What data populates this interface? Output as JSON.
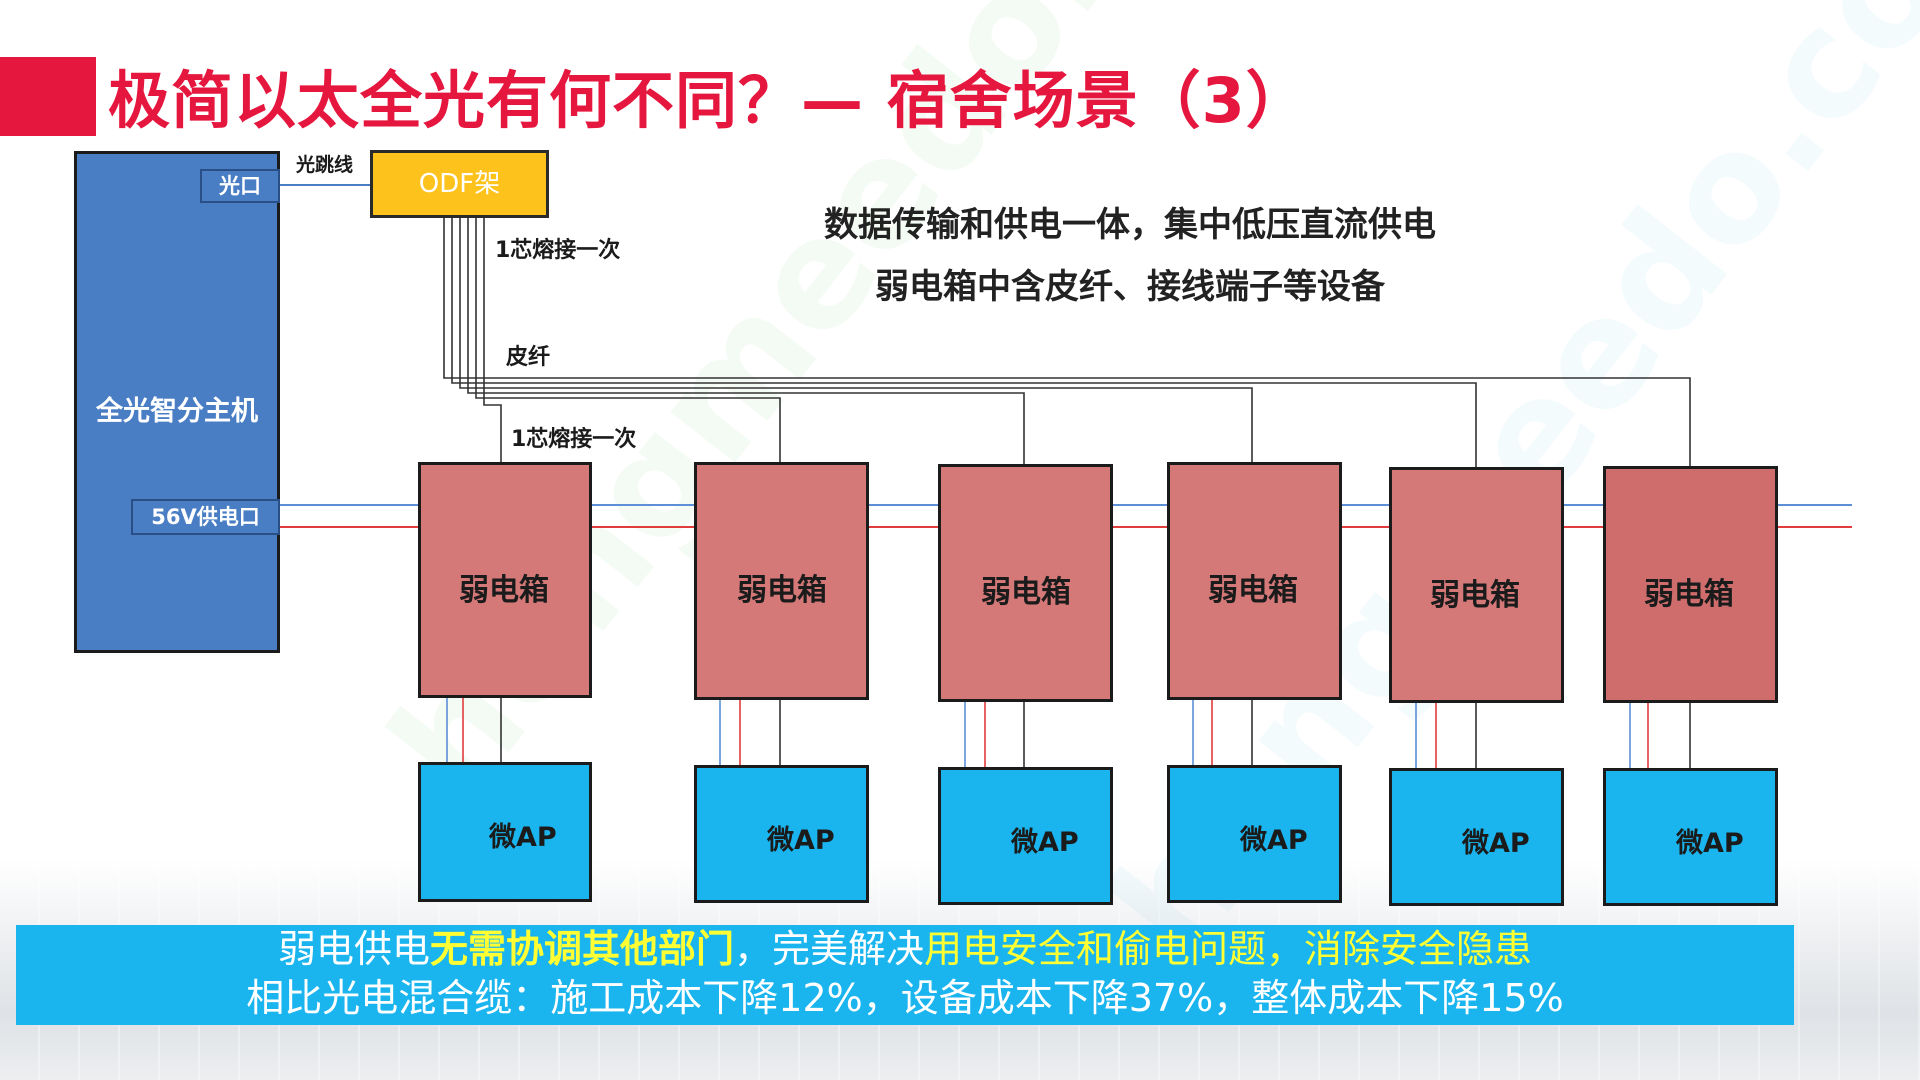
{
  "title": "极简以太全光有何不同？— 宿舍场景（3）",
  "host": {
    "label": "全光智分主机",
    "optical_port": "光口",
    "power_port": "56V供电口"
  },
  "odf": {
    "label": "ODF架"
  },
  "labels": {
    "patch_cord": "光跳线",
    "splice_top": "1芯熔接一次",
    "drop_fiber": "皮纤",
    "splice_bottom": "1芯熔接一次"
  },
  "notes": {
    "line1": "数据传输和供电一体，集中低压直流供电",
    "line2": "弱电箱中含皮纤、接线端子等设备"
  },
  "units": [
    {
      "box": "弱电箱",
      "ap": "微AP"
    },
    {
      "box": "弱电箱",
      "ap": "微AP"
    },
    {
      "box": "弱电箱",
      "ap": "微AP"
    },
    {
      "box": "弱电箱",
      "ap": "微AP"
    },
    {
      "box": "弱电箱",
      "ap": "微AP"
    },
    {
      "box": "弱电箱",
      "ap": "微AP"
    }
  ],
  "banner": {
    "l1_a": "弱电供电",
    "l1_b": "无需协调其他部门",
    "l1_c": "，完美解决",
    "l1_d": "用电安全和偷电问题，消除安全隐患",
    "l2": "相比光电混合缆：施工成本下降12%，设备成本下降37%，整体成本下降15%"
  },
  "watermark": "hongmeedo.com 阿姆派",
  "colors": {
    "accent_red": "#e5173e",
    "host_blue": "#4a7ec4",
    "odf_yellow": "#fdc21b",
    "box_red": "#d47878",
    "ap_cyan": "#1ab5ee",
    "highlight_yellow": "#ffff33"
  }
}
